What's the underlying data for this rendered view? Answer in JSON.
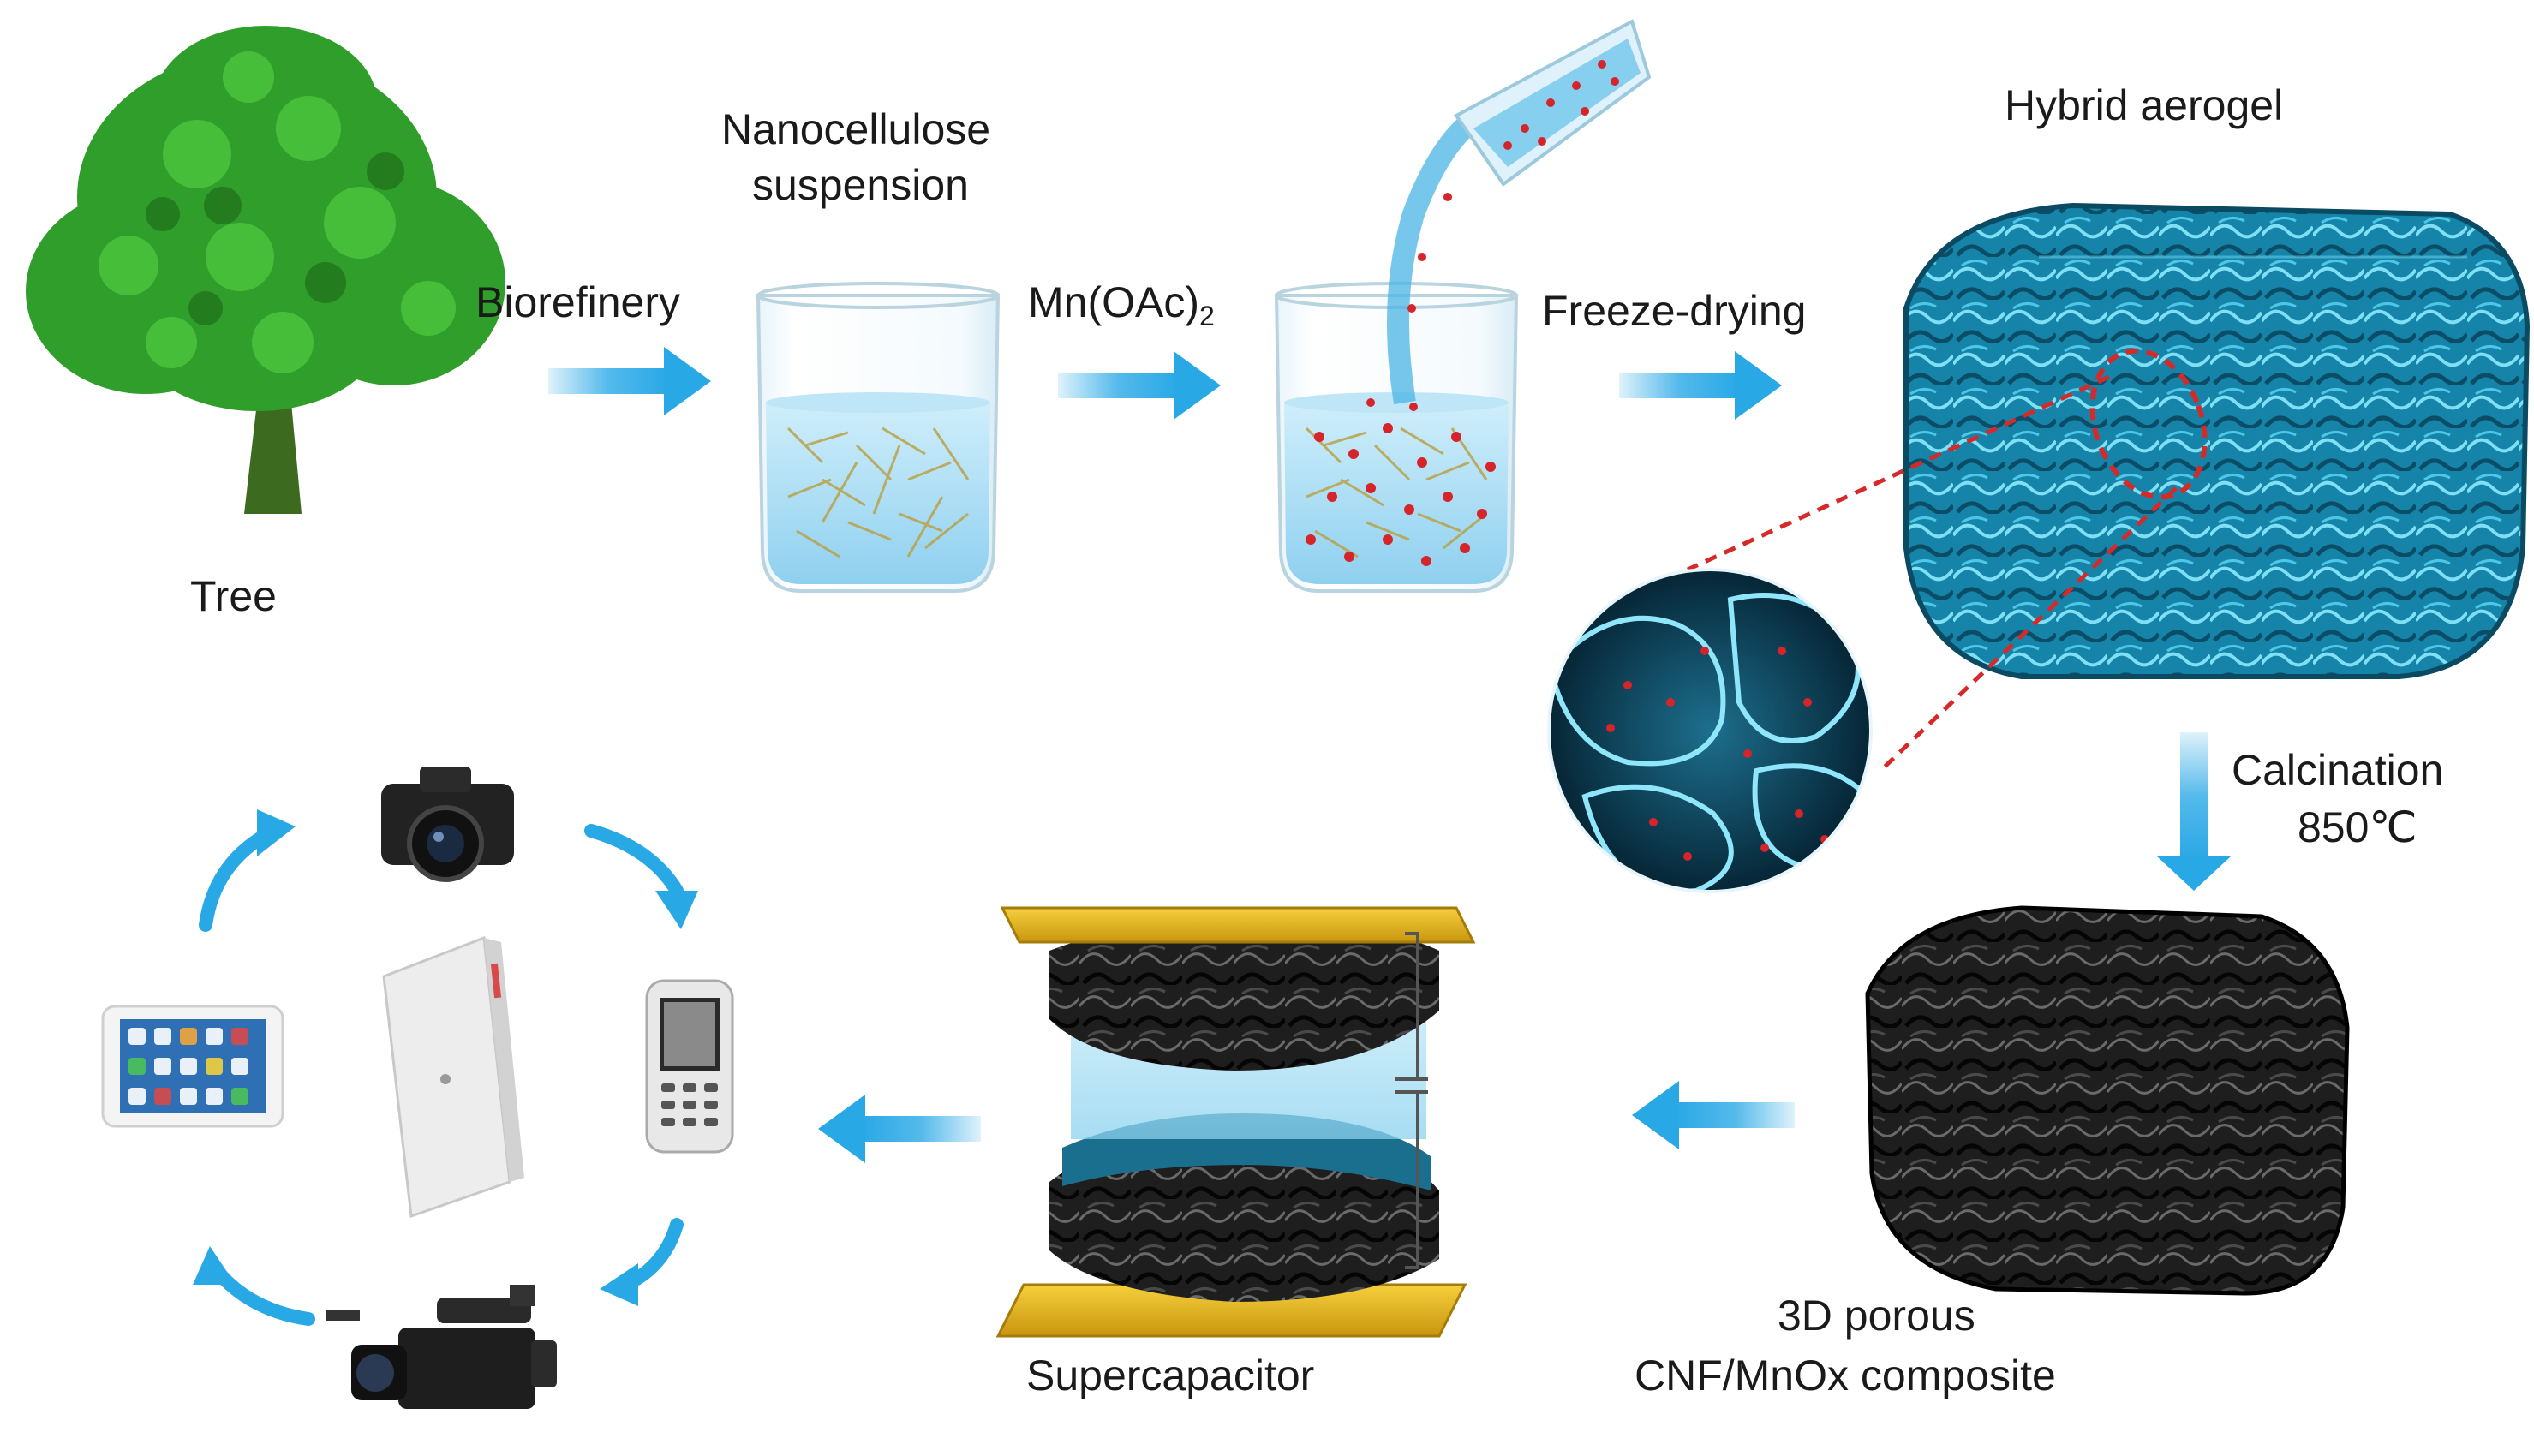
{
  "labels": {
    "tree": "Tree",
    "biorefinery": "Biorefinery",
    "nanocellulose_line1": "Nanocellulose",
    "nanocellulose_line2": "suspension",
    "mn_oac_base": "Mn(OAc)",
    "mn_oac_sub": "2",
    "freeze_drying": "Freeze-drying",
    "hybrid_aerogel": "Hybrid aerogel",
    "calcination_line1": "Calcination",
    "calcination_line2": "850℃",
    "composite_line1": "3D porous",
    "composite_line2": "CNF/MnOx composite",
    "supercapacitor": "Supercapacitor"
  },
  "colors": {
    "arrow": "#29a8e6",
    "water": "#a9dcf2",
    "aerogel": "#1f8fb3",
    "carbon": "#1c1c1c",
    "gold": "#e8b820",
    "tree": "#2f9e2a",
    "particle": "#d6242b",
    "dashed": "#d62a2a"
  },
  "icons": [
    "tree-icon",
    "beaker-icon",
    "beaker-with-particles-icon",
    "pouring-flask-icon",
    "aerogel-block-icon",
    "magnified-pore-icon",
    "carbon-composite-icon",
    "supercapacitor-icon",
    "camera-icon",
    "phone-icon",
    "camcorder-icon",
    "tablet-icon",
    "power-bank-icon"
  ]
}
